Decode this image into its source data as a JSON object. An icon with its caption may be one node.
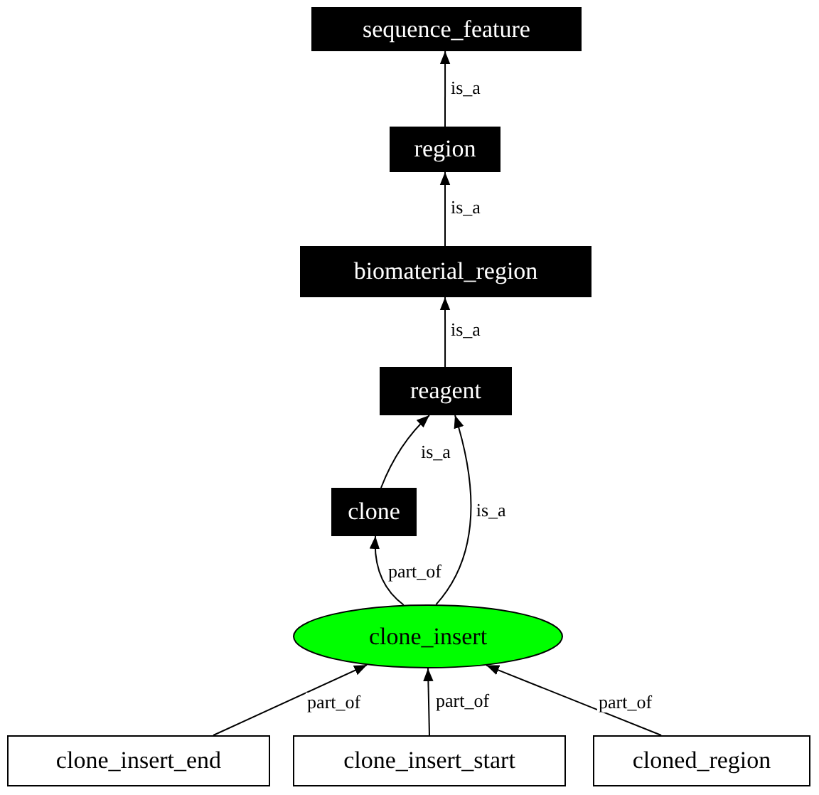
{
  "diagram": {
    "nodes": [
      {
        "text": [
          "sequence_feature"
        ]
      },
      {
        "text": [
          "region"
        ]
      },
      {
        "text": [
          "biomaterial_region"
        ]
      },
      {
        "text": [
          "reagent"
        ]
      },
      {
        "text": [
          "clone"
        ]
      },
      {
        "text": [
          "clone_insert"
        ]
      },
      {
        "text": [
          "clone_insert_end"
        ]
      },
      {
        "text": [
          "clone_insert_start"
        ]
      },
      {
        "text": [
          "cloned_region"
        ]
      }
    ],
    "edges": [
      {
        "from": 1,
        "to": 0,
        "arrow": "to",
        "label": "is_a"
      },
      {
        "from": 2,
        "to": 1,
        "arrow": "to",
        "label": "is_a"
      },
      {
        "from": 3,
        "to": 2,
        "arrow": "to",
        "label": "is_a"
      },
      {
        "from": 4,
        "to": 3,
        "arrow": "to",
        "label": "is_a"
      },
      {
        "from": 5,
        "to": 3,
        "arrow": "to",
        "label": "is_a"
      },
      {
        "from": 5,
        "to": 4,
        "arrow": "to",
        "label": "part_of"
      },
      {
        "from": 6,
        "to": 5,
        "arrow": "to",
        "label": "part_of"
      },
      {
        "from": 7,
        "to": 5,
        "arrow": "to",
        "label": "part_of"
      },
      {
        "from": 8,
        "to": 5,
        "arrow": "to",
        "label": "part_of"
      }
    ]
  }
}
